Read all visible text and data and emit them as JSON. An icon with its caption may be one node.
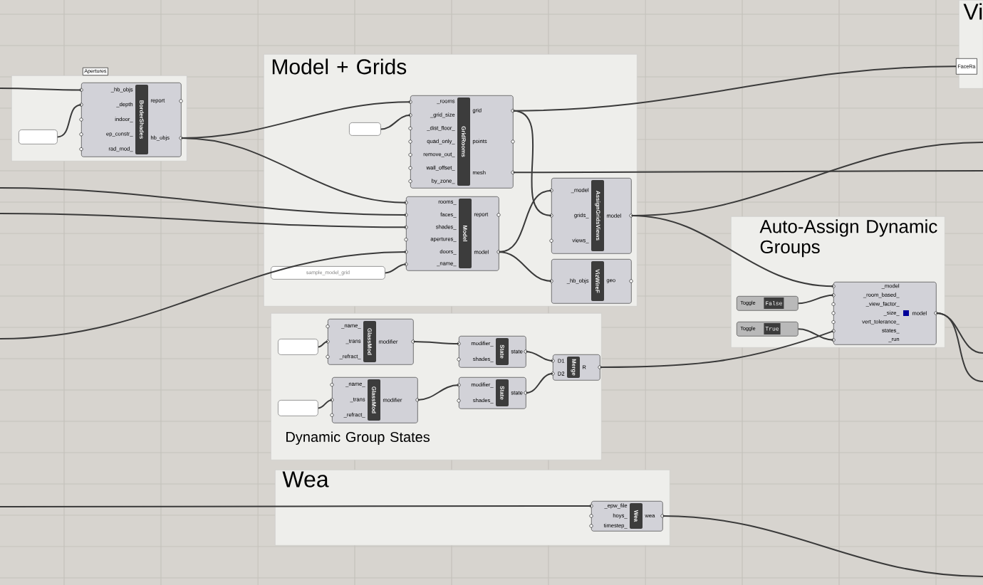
{
  "diagram": {
    "nodes": [
      {
        "text": [
          "Model + Grids"
        ]
      },
      {
        "text": [
          "_rooms",
          "_grid_size",
          "_dist_floor_",
          "quad_only_",
          "remove_out_",
          "wall_offset_",
          "by_zone_",
          "GridRooms",
          "grid",
          "points",
          "mesh"
        ],
        "in": 0
      },
      {
        "text": [],
        "shape": "box",
        "in": 0
      },
      {
        "text": [
          "rooms_",
          "faces_",
          "shades_",
          "apertures_",
          "doors_",
          "_name_",
          "Model",
          "report",
          "model"
        ],
        "in": 0
      },
      {
        "text": [
          "sample_model_grid"
        ],
        "in": 0
      },
      {
        "text": [
          "_model",
          "grids_",
          "views_",
          "AssignGridsViews",
          "model"
        ],
        "in": 0
      },
      {
        "text": [
          "_hb_objs",
          "VizWireF",
          "geo"
        ],
        "in": 0
      },
      {
        "text": [
          "Vi"
        ]
      },
      {
        "text": [
          "FaceRa"
        ],
        "in": 7
      },
      {
        "text": [],
        "shape": "box"
      },
      {
        "text": [
          "_hb_objs",
          "_depth",
          "indoor_",
          "ep_constr_",
          "rad_mod_",
          "BorderShades",
          "report",
          "hb_objs"
        ],
        "beside": [
          "Apertures"
        ],
        "in": 9
      },
      {
        "text": [],
        "shape": "box",
        "in": 9
      },
      {
        "text": [
          "Auto-Assign Dynamic Groups"
        ]
      },
      {
        "text": [
          "Toggle",
          "False"
        ],
        "in": 12
      },
      {
        "text": [
          "_model",
          "_room_based_",
          "_view_factor_",
          "_size_",
          "vert_tolerance_",
          "states_",
          "_run",
          "model"
        ],
        "in": 12
      },
      {
        "text": [
          "Toggle",
          "True"
        ],
        "in": 12
      },
      {
        "text": [
          "Dynamic Group States"
        ]
      },
      {
        "text": [],
        "shape": "box",
        "in": 16
      },
      {
        "text": [
          "_name_",
          "_trans",
          "_refract_",
          "GlassMod",
          "modifier"
        ],
        "in": 16
      },
      {
        "text": [],
        "shape": "box",
        "in": 16
      },
      {
        "text": [
          "_name_",
          "_trans",
          "_refract_",
          "GlassMod",
          "modifier"
        ],
        "in": 16
      },
      {
        "text": [
          "modifier_",
          "shades_",
          "State",
          "state"
        ],
        "in": 16
      },
      {
        "text": [
          "modifier_",
          "shades_",
          "State",
          "state"
        ],
        "in": 16
      },
      {
        "text": [
          "D1",
          "D2",
          "Merge",
          "R"
        ],
        "in": 16
      },
      {
        "text": [
          "Wea"
        ]
      },
      {
        "text": [
          "_epw_file",
          "hoys_",
          "timestep_",
          "Wea",
          "wea"
        ],
        "in": 24
      }
    ],
    "edges": [
      {
        "from": null,
        "to": 10,
        "arrow": "none"
      },
      {
        "from": 11,
        "to": 10,
        "arrow": "none"
      },
      {
        "from": 10,
        "to": 1,
        "arrow": "none"
      },
      {
        "from": 1,
        "to": 8,
        "arrow": "none"
      },
      {
        "from": 10,
        "to": 3,
        "arrow": "none"
      },
      {
        "from": null,
        "to": 3,
        "arrow": "none"
      },
      {
        "from": null,
        "to": 3,
        "arrow": "none"
      },
      {
        "from": 2,
        "to": 1,
        "arrow": "none"
      },
      {
        "from": 1,
        "to": 5,
        "arrow": "none"
      },
      {
        "from": 1,
        "to": null,
        "arrow": "none"
      },
      {
        "from": 3,
        "to": 5,
        "arrow": "none"
      },
      {
        "from": 3,
        "to": 6,
        "arrow": "none"
      },
      {
        "from": 4,
        "to": 3,
        "arrow": "none"
      },
      {
        "from": null,
        "to": 3,
        "arrow": "none"
      },
      {
        "from": 5,
        "to": 14,
        "arrow": "none"
      },
      {
        "from": 5,
        "to": null,
        "arrow": "none"
      },
      {
        "from": 17,
        "to": 18,
        "arrow": "none"
      },
      {
        "from": 19,
        "to": 20,
        "arrow": "none"
      },
      {
        "from": 18,
        "to": 21,
        "arrow": "none"
      },
      {
        "from": 20,
        "to": 22,
        "arrow": "none"
      },
      {
        "from": 21,
        "to": 23,
        "arrow": "none"
      },
      {
        "from": 22,
        "to": 23,
        "arrow": "none"
      },
      {
        "from": 23,
        "to": 14,
        "arrow": "none"
      },
      {
        "from": 13,
        "to": 14,
        "arrow": "none"
      },
      {
        "from": 15,
        "to": 14,
        "arrow": "none"
      },
      {
        "from": 14,
        "to": null,
        "arrow": "none"
      },
      {
        "from": 14,
        "to": null,
        "arrow": "none"
      },
      {
        "from": null,
        "to": 25,
        "arrow": "none"
      },
      {
        "from": 25,
        "to": null,
        "arrow": "none"
      }
    ]
  }
}
